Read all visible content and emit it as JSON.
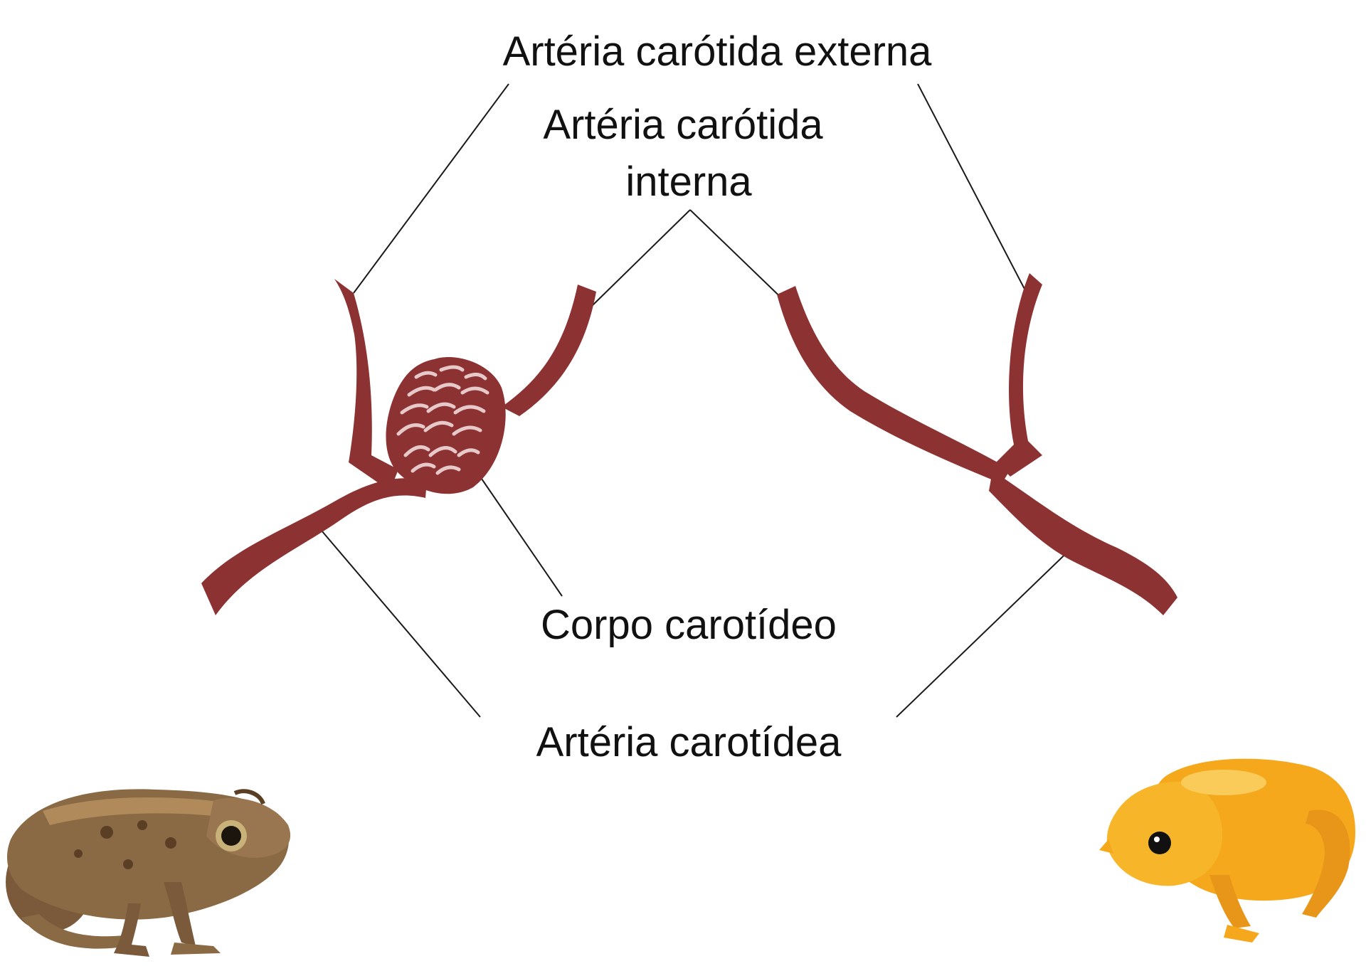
{
  "labels": {
    "external_carotid": "Artéria carótida externa",
    "internal_carotid_line1": "Artéria carótida",
    "internal_carotid_line2": "interna",
    "carotid_body": "Corpo carotídeo",
    "carotid_artery": "Artéria carotídea"
  },
  "colors": {
    "artery": "#8c3232",
    "carotid_body_texture": "#e8c9c9",
    "leader_lines": "#1a1a1a",
    "brown_frog": "#8a6a44",
    "orange_frog": "#f5a81c"
  },
  "illustrations": {
    "left_animal": "brown-frog",
    "right_animal": "orange-pumpkin-toadlet"
  }
}
